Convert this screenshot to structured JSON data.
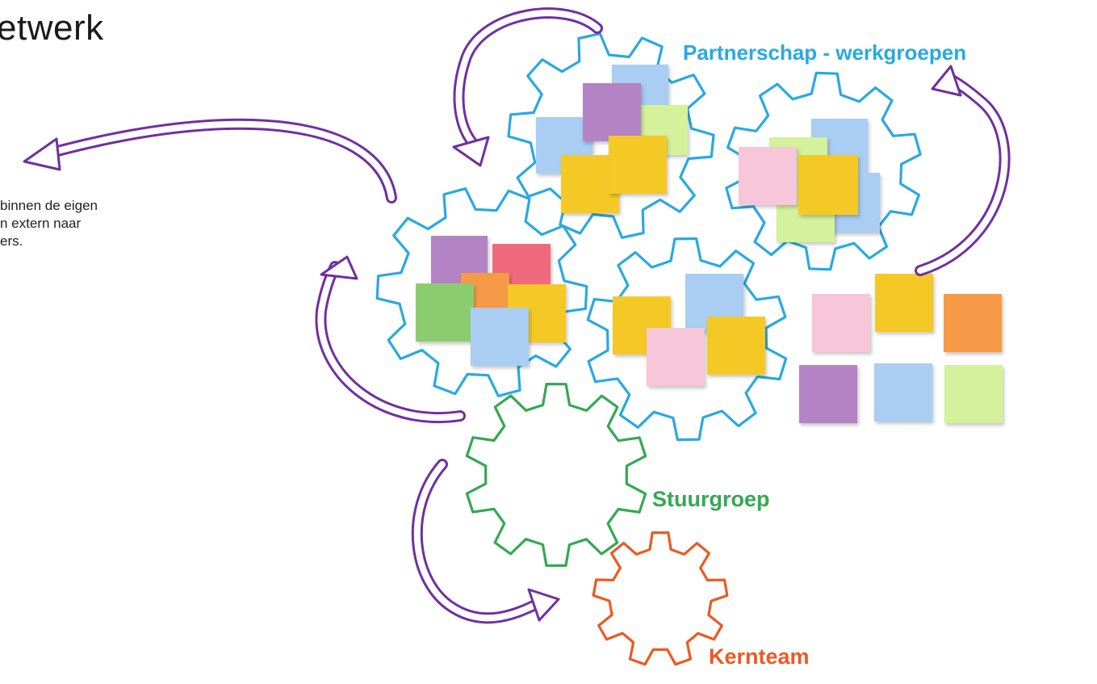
{
  "title": "etwerk",
  "description_lines": [
    "binnen de eigen",
    "n extern naar",
    "ers."
  ],
  "labels": {
    "partnerschap": "Partnerschap - werkgroepen",
    "stuurgroep": "Stuurgroep",
    "kernteam": "Kernteam"
  },
  "colors": {
    "partnerschap": "#29a9e1",
    "stuurgroep": "#34a853",
    "kernteam": "#ea5a24",
    "arrows": "#7030a0",
    "notes": {
      "blue": "#a9cdf3",
      "purple": "#b483c6",
      "green_light": "#d4f19b",
      "yellow": "#f4c928",
      "pink": "#f7c6d8",
      "red": "#ee6a7c",
      "orange": "#f79a46",
      "green": "#8ccc6f"
    }
  },
  "gears": [
    {
      "name": "gear-partnerschap-top",
      "group": "partnerschap"
    },
    {
      "name": "gear-partnerschap-right",
      "group": "partnerschap"
    },
    {
      "name": "gear-partnerschap-left",
      "group": "partnerschap"
    },
    {
      "name": "gear-partnerschap-center",
      "group": "partnerschap"
    },
    {
      "name": "gear-stuurgroep",
      "group": "stuurgroep"
    },
    {
      "name": "gear-kernteam",
      "group": "kernteam"
    }
  ],
  "sticky_notes": {
    "gear_top": [
      "blue",
      "blue",
      "green_light",
      "purple",
      "yellow",
      "yellow"
    ],
    "gear_right": [
      "blue",
      "green_light",
      "blue",
      "green_light",
      "pink",
      "yellow"
    ],
    "gear_left": [
      "purple",
      "red",
      "orange",
      "green",
      "yellow",
      "blue"
    ],
    "gear_center": [
      "blue",
      "yellow",
      "pink",
      "yellow"
    ],
    "loose": [
      "pink",
      "yellow",
      "orange",
      "purple",
      "blue",
      "green_light"
    ]
  }
}
